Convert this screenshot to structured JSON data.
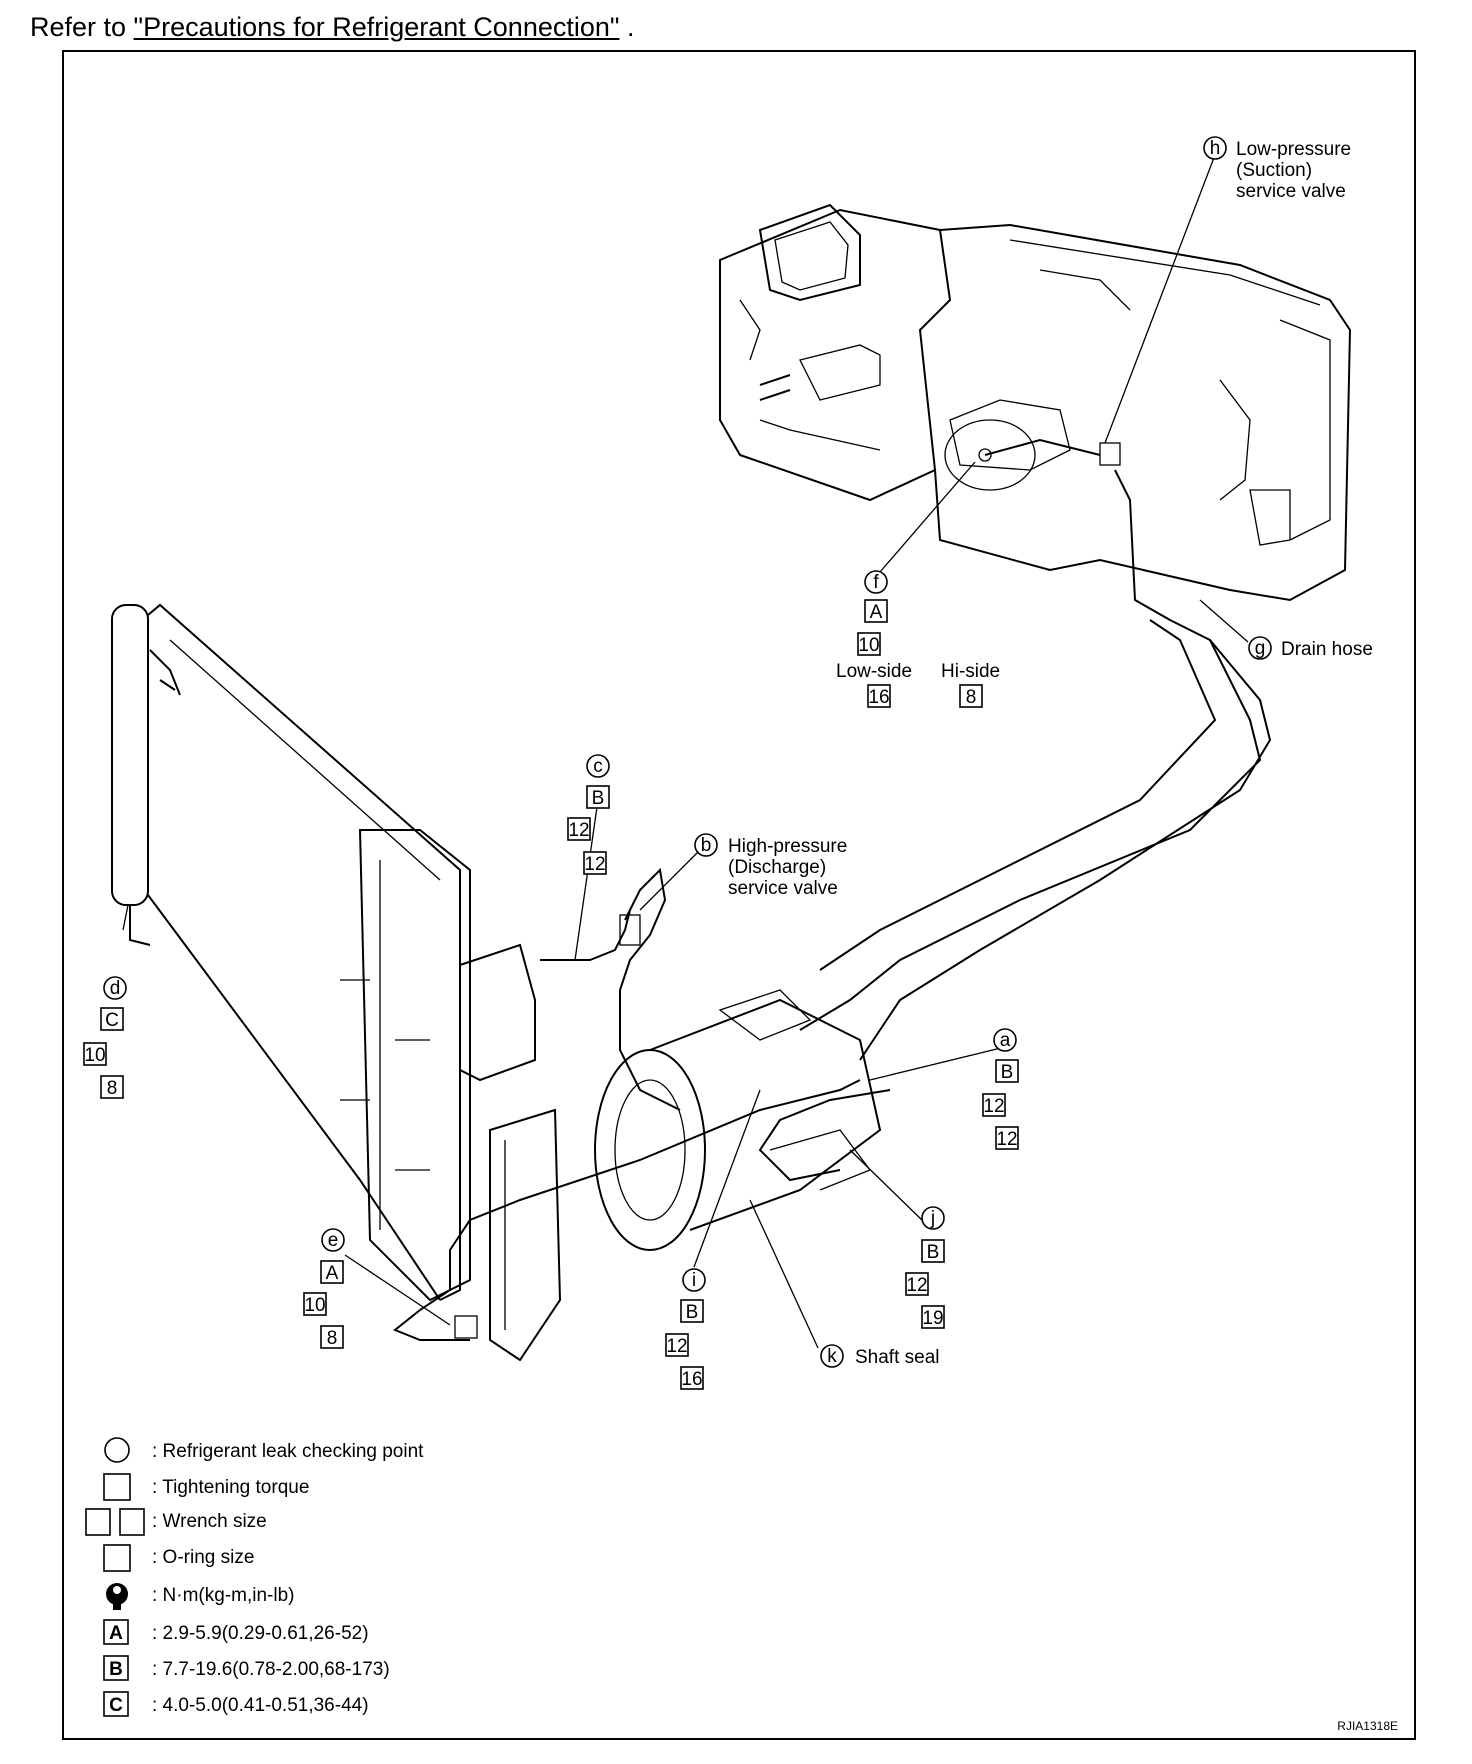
{
  "header": {
    "prefix": "Refer to ",
    "link_text": "\"Precautions for Refrigerant Connection\"",
    "suffix": " ."
  },
  "callouts": {
    "a": {
      "letter": "a",
      "torque": "B",
      "wrench": "12",
      "oring": "12"
    },
    "b": {
      "letter": "b",
      "lines": [
        "High-pressure",
        "(Discharge)",
        "service valve"
      ]
    },
    "c": {
      "letter": "c",
      "torque": "B",
      "wrench": "12",
      "oring": "12"
    },
    "d": {
      "letter": "d",
      "torque": "C",
      "wrench": "10",
      "oring": "8"
    },
    "e": {
      "letter": "e",
      "torque": "A",
      "wrench": "10",
      "oring": "8"
    },
    "f": {
      "letter": "f",
      "torque": "A",
      "wrench": "10",
      "low_label": "Low-side",
      "hi_label": "Hi-side",
      "low_oring": "16",
      "hi_oring": "8"
    },
    "g": {
      "letter": "g",
      "label": "Drain hose"
    },
    "h": {
      "letter": "h",
      "lines": [
        "Low-pressure",
        "(Suction)",
        "service valve"
      ]
    },
    "i": {
      "letter": "i",
      "torque": "B",
      "wrench": "12",
      "oring": "16"
    },
    "j": {
      "letter": "j",
      "torque": "B",
      "wrench": "12",
      "oring": "19"
    },
    "k": {
      "letter": "k",
      "label": "Shaft seal"
    }
  },
  "legend": {
    "leak_point": ": Refrigerant leak checking point",
    "tightening": ": Tightening torque",
    "wrench": ": Wrench size",
    "oring": ": O-ring size",
    "units": ": N·m(kg-m,in-lb)",
    "A_key": "A",
    "A_value": ": 2.9-5.9(0.29-0.61,26-52)",
    "B_key": "B",
    "B_value": ": 7.7-19.6(0.78-2.00,68-173)",
    "C_key": "C",
    "C_value": ": 4.0-5.0(0.41-0.51,36-44)"
  },
  "figure_id": "RJIA1318E"
}
